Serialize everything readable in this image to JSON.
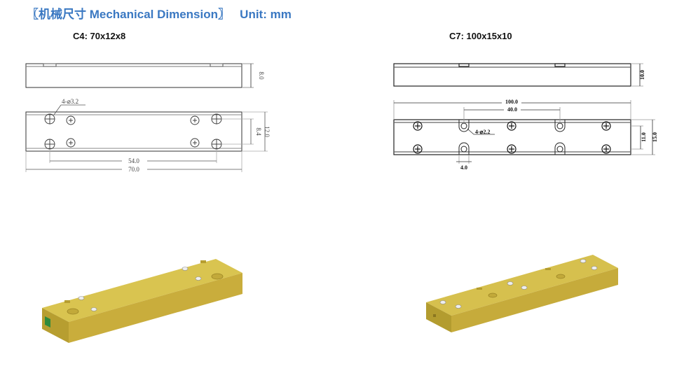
{
  "header": {
    "title": "〖机械尺寸 Mechanical Dimension〗",
    "unit": "Unit: mm"
  },
  "c4": {
    "label": "C4: 70x12x8",
    "height_dim": "8.0",
    "hole_note": "4-⌀3.2",
    "inner_dim": "8.4",
    "width_dim": "12.0",
    "hole_spacing": "54.0",
    "length_dim": "70.0"
  },
  "c7": {
    "label": "C7: 100x15x10",
    "height_dim": "10.0",
    "length_dim": "100.0",
    "hole_spacing": "40.0",
    "hole_note": "4-⌀2.2",
    "inner_dim": "11.0",
    "width_dim": "15.0",
    "slot_dim": "4.0"
  },
  "colors": {
    "title": "#3a78c2",
    "block_top": "#d6c04e",
    "block_front": "#c2a93a",
    "block_side": "#a48d28"
  }
}
